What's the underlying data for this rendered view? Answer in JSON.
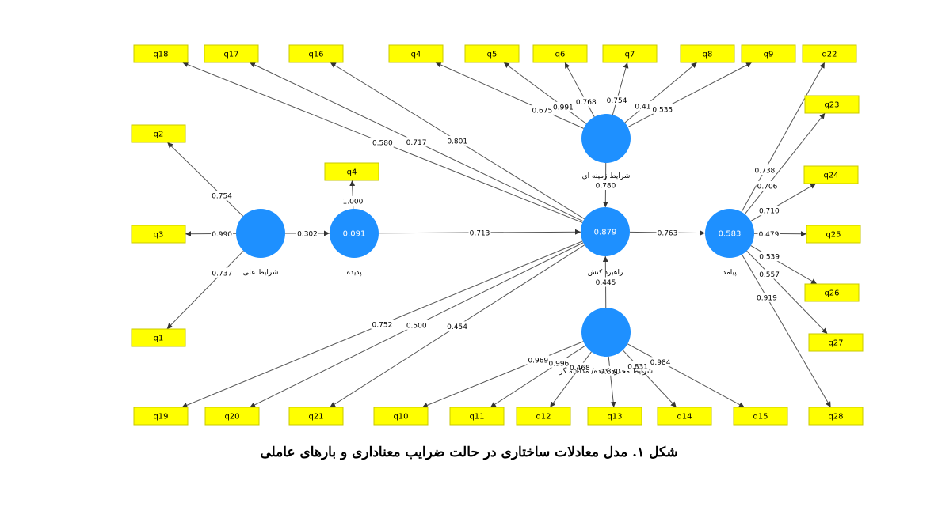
{
  "caption": "شکل ۱. مدل معادلات ساختاری در حالت ضرایب معناداری و بارهای عاملی",
  "latents": [
    {
      "id": "causal",
      "name": "شرایط علی",
      "value": ""
    },
    {
      "id": "phenomenon",
      "name": "پدیده",
      "value": "0.091"
    },
    {
      "id": "strategy",
      "name": "راهبرد کنش",
      "value": "0.879"
    },
    {
      "id": "context",
      "name": "شرایط زمینه ای",
      "value": ""
    },
    {
      "id": "intervening",
      "name": "شرایط محدود کننده/ مداخله گر",
      "value": ""
    },
    {
      "id": "outcome",
      "name": "پیامد",
      "value": "0.583"
    }
  ],
  "indicators": [
    "q18",
    "q17",
    "q16",
    "q4",
    "q5",
    "q6",
    "q7",
    "q8",
    "q9",
    "q22",
    "q2",
    "q23",
    "q24",
    "q3",
    "q25",
    "q26",
    "q1",
    "q27",
    "q19",
    "q20",
    "q21",
    "q10",
    "q11",
    "q12",
    "q13",
    "q14",
    "q15",
    "q28",
    "q4"
  ],
  "edges": [
    {
      "from": "causal",
      "to": "q2",
      "label": "0.754"
    },
    {
      "from": "causal",
      "to": "q3",
      "label": "0.990"
    },
    {
      "from": "causal",
      "to": "q1",
      "label": "0.737"
    },
    {
      "from": "causal",
      "to": "phenomenon",
      "label": "0.302"
    },
    {
      "from": "phenomenon",
      "to": "q4b",
      "label": "1.000"
    },
    {
      "from": "phenomenon",
      "to": "strategy",
      "label": "0.713"
    },
    {
      "from": "strategy",
      "to": "q18",
      "label": "0.580"
    },
    {
      "from": "strategy",
      "to": "q17",
      "label": "0.717"
    },
    {
      "from": "strategy",
      "to": "q16",
      "label": "0.801"
    },
    {
      "from": "strategy",
      "to": "q19",
      "label": "0.752"
    },
    {
      "from": "strategy",
      "to": "q20",
      "label": "0.500"
    },
    {
      "from": "strategy",
      "to": "q21",
      "label": "0.454"
    },
    {
      "from": "strategy",
      "to": "outcome",
      "label": "0.763"
    },
    {
      "from": "context",
      "to": "strategy",
      "label": "0.780"
    },
    {
      "from": "context",
      "to": "q4",
      "label": "0.675"
    },
    {
      "from": "context",
      "to": "q5",
      "label": "0.991"
    },
    {
      "from": "context",
      "to": "q6",
      "label": "0.768"
    },
    {
      "from": "context",
      "to": "q7",
      "label": "0.754"
    },
    {
      "from": "context",
      "to": "q8",
      "label": "0.411"
    },
    {
      "from": "context",
      "to": "q9",
      "label": "0.535"
    },
    {
      "from": "intervening",
      "to": "strategy",
      "label": "0.445"
    },
    {
      "from": "intervening",
      "to": "q10",
      "label": "0.969"
    },
    {
      "from": "intervening",
      "to": "q11",
      "label": "0.996"
    },
    {
      "from": "intervening",
      "to": "q12",
      "label": "0.468"
    },
    {
      "from": "intervening",
      "to": "q13",
      "label": "0.830"
    },
    {
      "from": "intervening",
      "to": "q14",
      "label": "0.831"
    },
    {
      "from": "intervening",
      "to": "q15",
      "label": "0.984"
    },
    {
      "from": "outcome",
      "to": "q22",
      "label": "0.738"
    },
    {
      "from": "outcome",
      "to": "q23",
      "label": "0.706"
    },
    {
      "from": "outcome",
      "to": "q24",
      "label": "0.710"
    },
    {
      "from": "outcome",
      "to": "q25",
      "label": "0.479"
    },
    {
      "from": "outcome",
      "to": "q26",
      "label": "0.539"
    },
    {
      "from": "outcome",
      "to": "q27",
      "label": "0.557"
    },
    {
      "from": "outcome",
      "to": "q28",
      "label": "0.919"
    }
  ],
  "colors": {
    "indicator_fill": "#ffff00",
    "latent_fill": "#1e90ff"
  }
}
